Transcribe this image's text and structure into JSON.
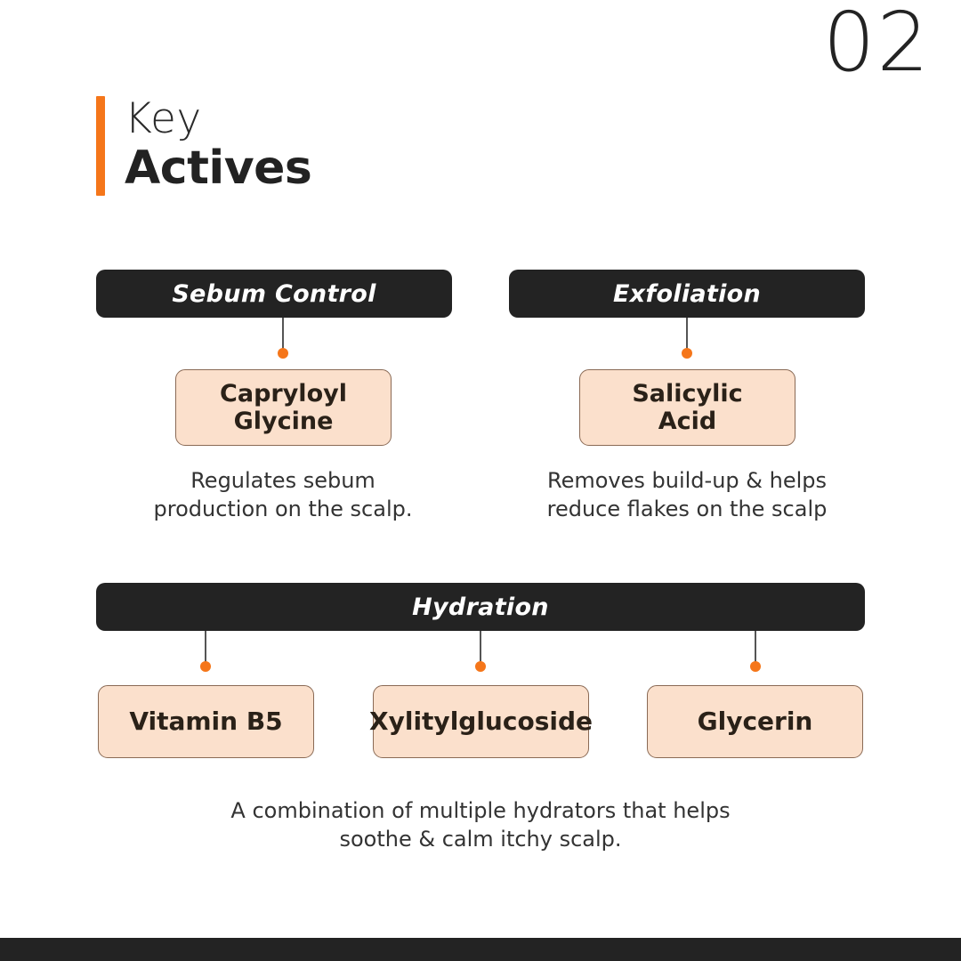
{
  "page": {
    "number": "02",
    "accent_color": "#F5761A",
    "dark_color": "#232323",
    "pill_fill": "#FBE0CC",
    "background": "#FFFFFF"
  },
  "title": {
    "line1": "Key",
    "line2": "Actives"
  },
  "categories": [
    {
      "name": "sebum-control",
      "label": "Sebum Control",
      "ingredients": [
        {
          "name": "capryloyl-glycine",
          "line1": "Capryloyl",
          "line2": "Glycine"
        }
      ],
      "description_line1": "Regulates sebum",
      "description_line2": "production on the scalp."
    },
    {
      "name": "exfoliation",
      "label": "Exfoliation",
      "ingredients": [
        {
          "name": "salicylic-acid",
          "line1": "Salicylic",
          "line2": "Acid"
        }
      ],
      "description_line1": "Removes build-up & helps",
      "description_line2": "reduce flakes on the scalp"
    },
    {
      "name": "hydration",
      "label": "Hydration",
      "ingredients": [
        {
          "name": "vitamin-b5",
          "line1": "Vitamin B5",
          "line2": ""
        },
        {
          "name": "xylitylglucoside",
          "line1": "Xylitylglucoside",
          "line2": ""
        },
        {
          "name": "glycerin",
          "line1": "Glycerin",
          "line2": ""
        }
      ],
      "description_line1": "A combination of multiple hydrators that helps",
      "description_line2": "soothe & calm itchy scalp."
    }
  ]
}
